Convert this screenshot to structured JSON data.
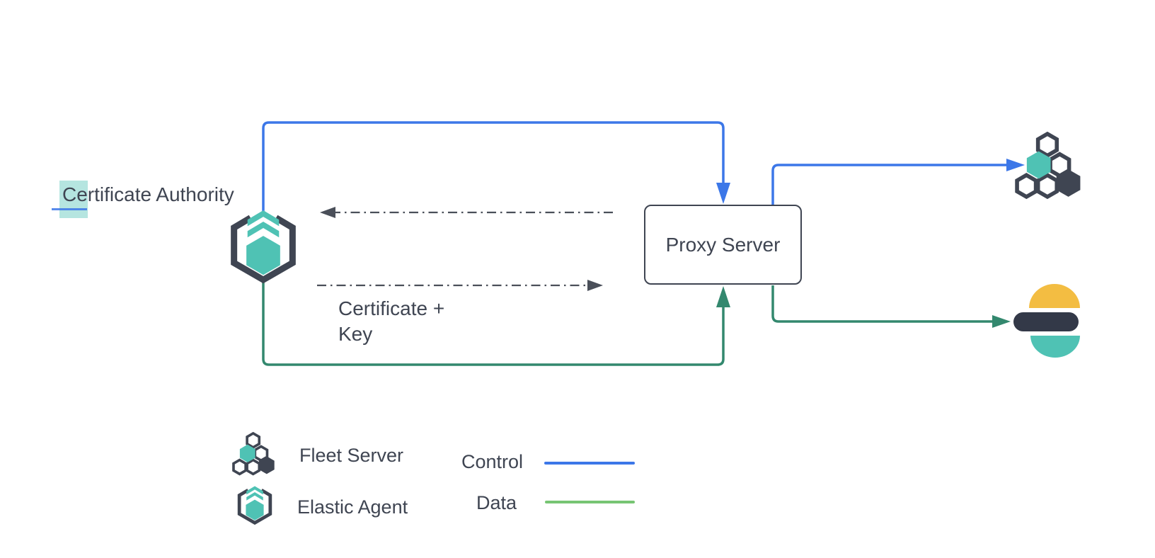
{
  "diagram": {
    "nodes": {
      "certificate_authority": {
        "label": "Certificate Authority"
      },
      "elastic_agent": {
        "icon": "elastic-agent-icon"
      },
      "proxy_server": {
        "label": "Proxy Server"
      },
      "fleet_server": {
        "icon": "fleet-server-icon"
      },
      "elasticsearch": {
        "icon": "elasticsearch-logo"
      }
    },
    "annotations": {
      "certificate_key": {
        "line1": "Certificate +",
        "line2": "Key"
      }
    },
    "connections": [
      {
        "name": "control-agent-to-proxy",
        "type": "control"
      },
      {
        "name": "control-proxy-to-fleet-server",
        "type": "control"
      },
      {
        "name": "data-agent-to-proxy",
        "type": "data"
      },
      {
        "name": "data-proxy-to-elasticsearch",
        "type": "data"
      },
      {
        "name": "certificate-key-to-agent",
        "type": "dash-dot"
      },
      {
        "name": "certificate-key-to-proxy",
        "type": "dash-dot"
      }
    ]
  },
  "legend": {
    "items": [
      {
        "icon": "fleet-server-icon",
        "label": "Fleet Server"
      },
      {
        "icon": "elastic-agent-icon",
        "label": "Elastic Agent"
      }
    ],
    "lines": [
      {
        "label": "Control",
        "color": "#3C77E8"
      },
      {
        "label": "Data",
        "color": "#77C573"
      }
    ]
  },
  "colors": {
    "control_blue": "#3C77E8",
    "data_green": "#33886E",
    "data_green_light": "#77C573",
    "teal": "#4FC2B4",
    "dark_slate": "#3F4552",
    "connector_gray": "#4A4F59",
    "es_yellow": "#F3BD42",
    "es_dark": "#333948"
  }
}
